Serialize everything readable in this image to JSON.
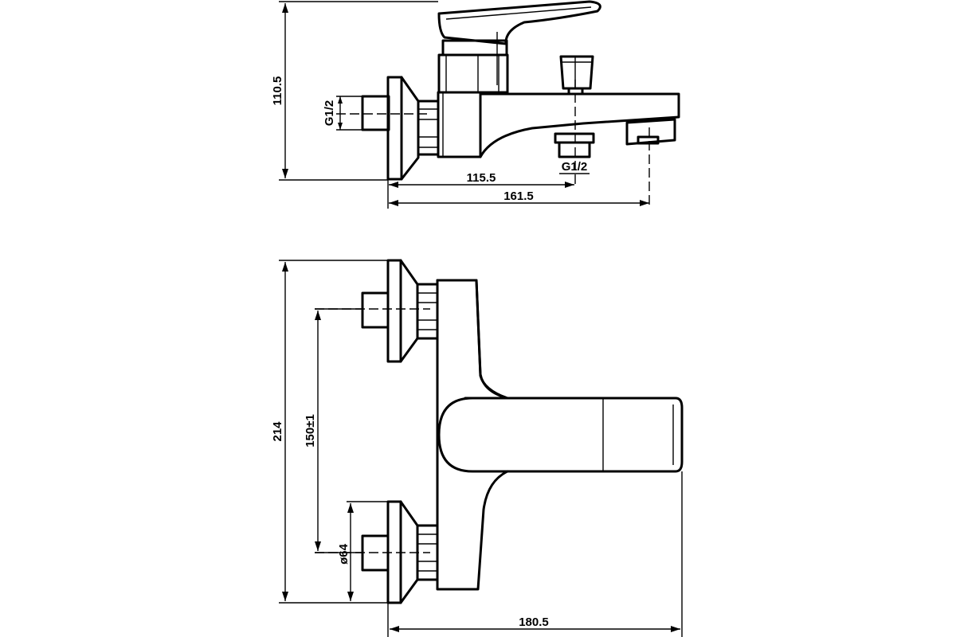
{
  "dimensions": {
    "top_height": "110.5",
    "top_thread_left": "G1/2",
    "top_thread_bottom": "G1/2",
    "top_width_outlet": "115.5",
    "top_width_total": "161.5",
    "front_height": "214",
    "front_center_distance": "150±1",
    "front_flange_diameter": "ø64",
    "front_depth": "180.5"
  }
}
